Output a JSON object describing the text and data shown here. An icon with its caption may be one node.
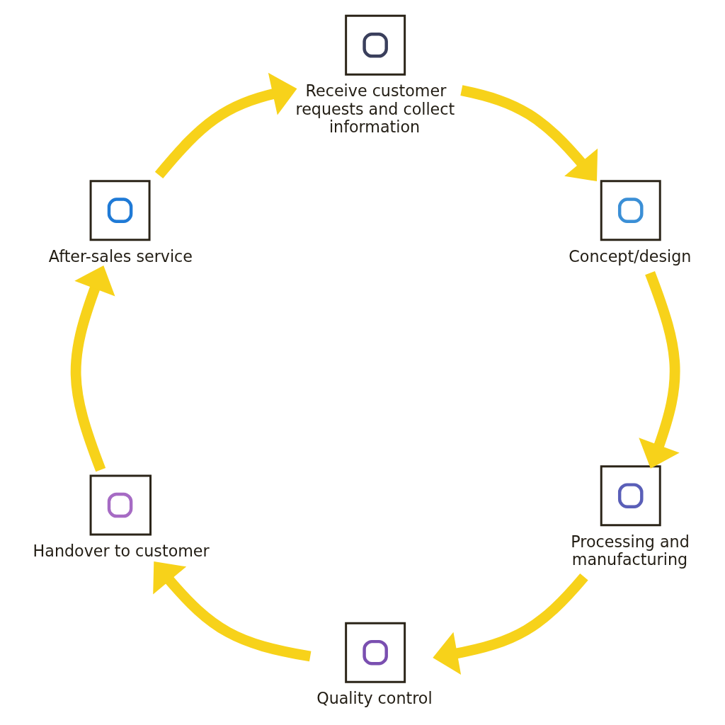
{
  "diagram": {
    "nodes": [
      {
        "text": [
          "Receive customer requests and collect information"
        ]
      },
      {
        "text": [
          "Concept/design"
        ]
      },
      {
        "text": [
          "Processing and manufacturing"
        ]
      },
      {
        "text": [
          "Quality control"
        ]
      },
      {
        "text": [
          "Handover to customer"
        ]
      },
      {
        "text": [
          "After-sales service"
        ]
      }
    ],
    "edges": [
      {
        "from": 0,
        "to": 1,
        "arrow": "to"
      },
      {
        "from": 1,
        "to": 2,
        "arrow": "to"
      },
      {
        "from": 2,
        "to": 3,
        "arrow": "to"
      },
      {
        "from": 3,
        "to": 4,
        "arrow": "to"
      },
      {
        "from": 4,
        "to": 5,
        "arrow": "to"
      },
      {
        "from": 5,
        "to": 0,
        "arrow": "to"
      }
    ]
  }
}
